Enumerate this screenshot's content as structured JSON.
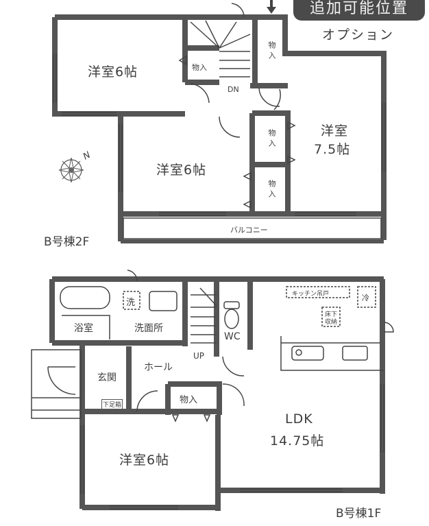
{
  "option_badge": {
    "label": "追加可能位置",
    "sublabel": "オプション",
    "bg_color": "#4a4a4a"
  },
  "floor2": {
    "caption": "B号棟2F",
    "rooms": [
      {
        "id": "western-room-a",
        "label": "洋室6帖"
      },
      {
        "id": "western-room-b",
        "label": "洋室6帖"
      },
      {
        "id": "western-room-c",
        "label_line1": "洋室",
        "label_line2": "7.5帖"
      },
      {
        "id": "storage-1",
        "label": "物入"
      },
      {
        "id": "storage-2",
        "label": "物入"
      },
      {
        "id": "storage-3",
        "label": "物入"
      },
      {
        "id": "storage-4",
        "label": "物入"
      },
      {
        "id": "balcony",
        "label": "バルコニー"
      }
    ],
    "stairs_label": "DN"
  },
  "floor1": {
    "caption": "B号棟1F",
    "rooms": [
      {
        "id": "bathroom",
        "label": "浴室"
      },
      {
        "id": "washroom",
        "label": "洗面所"
      },
      {
        "id": "washing-machine",
        "label": "洗"
      },
      {
        "id": "wc",
        "label": "WC"
      },
      {
        "id": "entrance",
        "label": "玄関"
      },
      {
        "id": "shoe-cabinet",
        "label": "下足箱"
      },
      {
        "id": "hall",
        "label": "ホール"
      },
      {
        "id": "storage",
        "label": "物入"
      },
      {
        "id": "western-room",
        "label": "洋室6帖"
      },
      {
        "id": "ldk",
        "label_line1": "LDK",
        "label_line2": "14.75帖"
      },
      {
        "id": "kitchen-cabinet",
        "label": "キッチン吊戸"
      },
      {
        "id": "fridge",
        "label": "冷"
      },
      {
        "id": "underfloor-storage",
        "label_line1": "床下",
        "label_line2": "収納"
      }
    ],
    "stairs_label": "UP"
  },
  "compass": {
    "north_label": "N"
  },
  "colors": {
    "wall": "#555555",
    "line": "#3a3a3a",
    "background": "#ffffff"
  }
}
